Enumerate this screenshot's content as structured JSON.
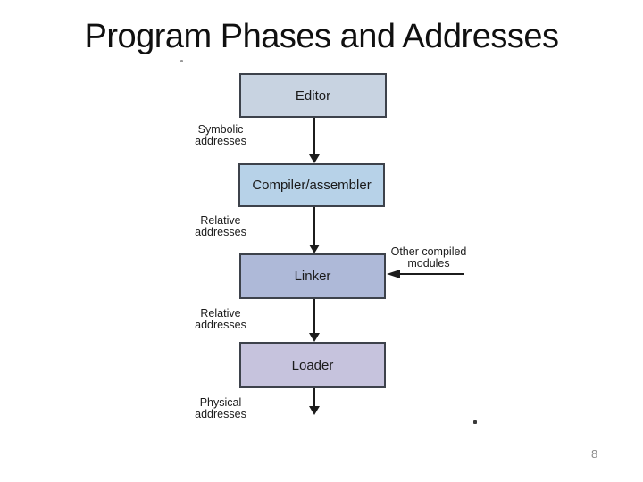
{
  "slide": {
    "title": "Program Phases and Addresses",
    "page_number": "8",
    "background": "#ffffff"
  },
  "colors": {
    "editor_fill": "#c8d3e1",
    "compiler_fill": "#b7d2e8",
    "linker_fill": "#aeb9d8",
    "loader_fill": "#c6c3dd",
    "box_border": "#3d424b",
    "arrow": "#1c1c1c",
    "page_number_gray": "#8a8a8a"
  },
  "diagram": {
    "boxes": [
      {
        "label": "Editor",
        "fill": "#c8d3e1"
      },
      {
        "label": "Compiler/assembler",
        "fill": "#b7d2e8"
      },
      {
        "label": "Linker",
        "fill": "#aeb9d8"
      },
      {
        "label": "Loader",
        "fill": "#c6c3dd"
      }
    ],
    "side_labels": [
      {
        "line1": "Symbolic",
        "line2": "addresses"
      },
      {
        "line1": "Relative",
        "line2": "addresses"
      },
      {
        "line1": "Relative",
        "line2": "addresses"
      },
      {
        "line1": "Physical",
        "line2": "addresses"
      }
    ],
    "right_label": {
      "line1": "Other compiled",
      "line2": "modules"
    }
  }
}
